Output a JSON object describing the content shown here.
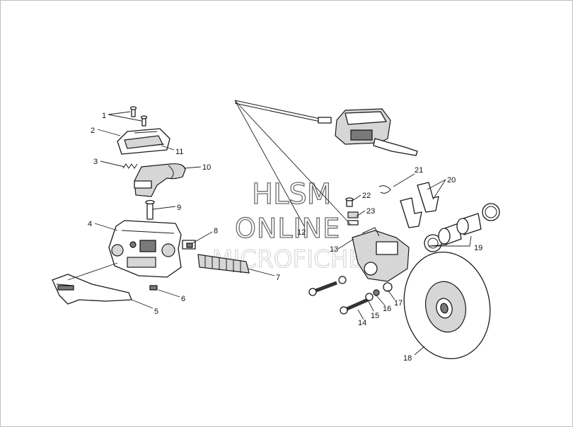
{
  "watermark": {
    "line1": "HLSM",
    "line2": "ONLINE",
    "line3": "MICROFICHE"
  },
  "callouts": [
    {
      "id": "1",
      "label": "1"
    },
    {
      "id": "2",
      "label": "2"
    },
    {
      "id": "3",
      "label": "3"
    },
    {
      "id": "4",
      "label": "4"
    },
    {
      "id": "5",
      "label": "5"
    },
    {
      "id": "6",
      "label": "6"
    },
    {
      "id": "7",
      "label": "7"
    },
    {
      "id": "8",
      "label": "8"
    },
    {
      "id": "9",
      "label": "9"
    },
    {
      "id": "10",
      "label": "10"
    },
    {
      "id": "11",
      "label": "11"
    },
    {
      "id": "12",
      "label": "12"
    },
    {
      "id": "13",
      "label": "13"
    },
    {
      "id": "14",
      "label": "14"
    },
    {
      "id": "15",
      "label": "15"
    },
    {
      "id": "16",
      "label": "16"
    },
    {
      "id": "17",
      "label": "17"
    },
    {
      "id": "18",
      "label": "18"
    },
    {
      "id": "19",
      "label": "19"
    },
    {
      "id": "20",
      "label": "20"
    },
    {
      "id": "21",
      "label": "21"
    },
    {
      "id": "22",
      "label": "22"
    },
    {
      "id": "23",
      "label": "23"
    }
  ]
}
